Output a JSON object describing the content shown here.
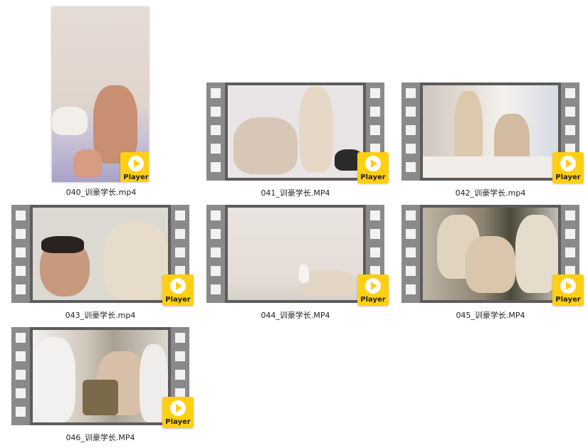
{
  "files": [
    {
      "name": "040_训豪学长.mp4",
      "badge": "Player"
    },
    {
      "name": "041_训豪学长.MP4",
      "badge": "Player"
    },
    {
      "name": "042_训豪学长.mp4",
      "badge": "Player"
    },
    {
      "name": "043_训豪学长.mp4",
      "badge": "Player"
    },
    {
      "name": "044_训豪学长.MP4",
      "badge": "Player"
    },
    {
      "name": "045_训豪学长.MP4",
      "badge": "Player"
    },
    {
      "name": "046_训豪学长.MP4",
      "badge": "Player"
    }
  ],
  "colors": {
    "badge": "#ffcf13",
    "film": "#5c5c5c",
    "sprocket_strip": "#8a8a8a"
  },
  "icons": {
    "badge": "play-icon"
  }
}
